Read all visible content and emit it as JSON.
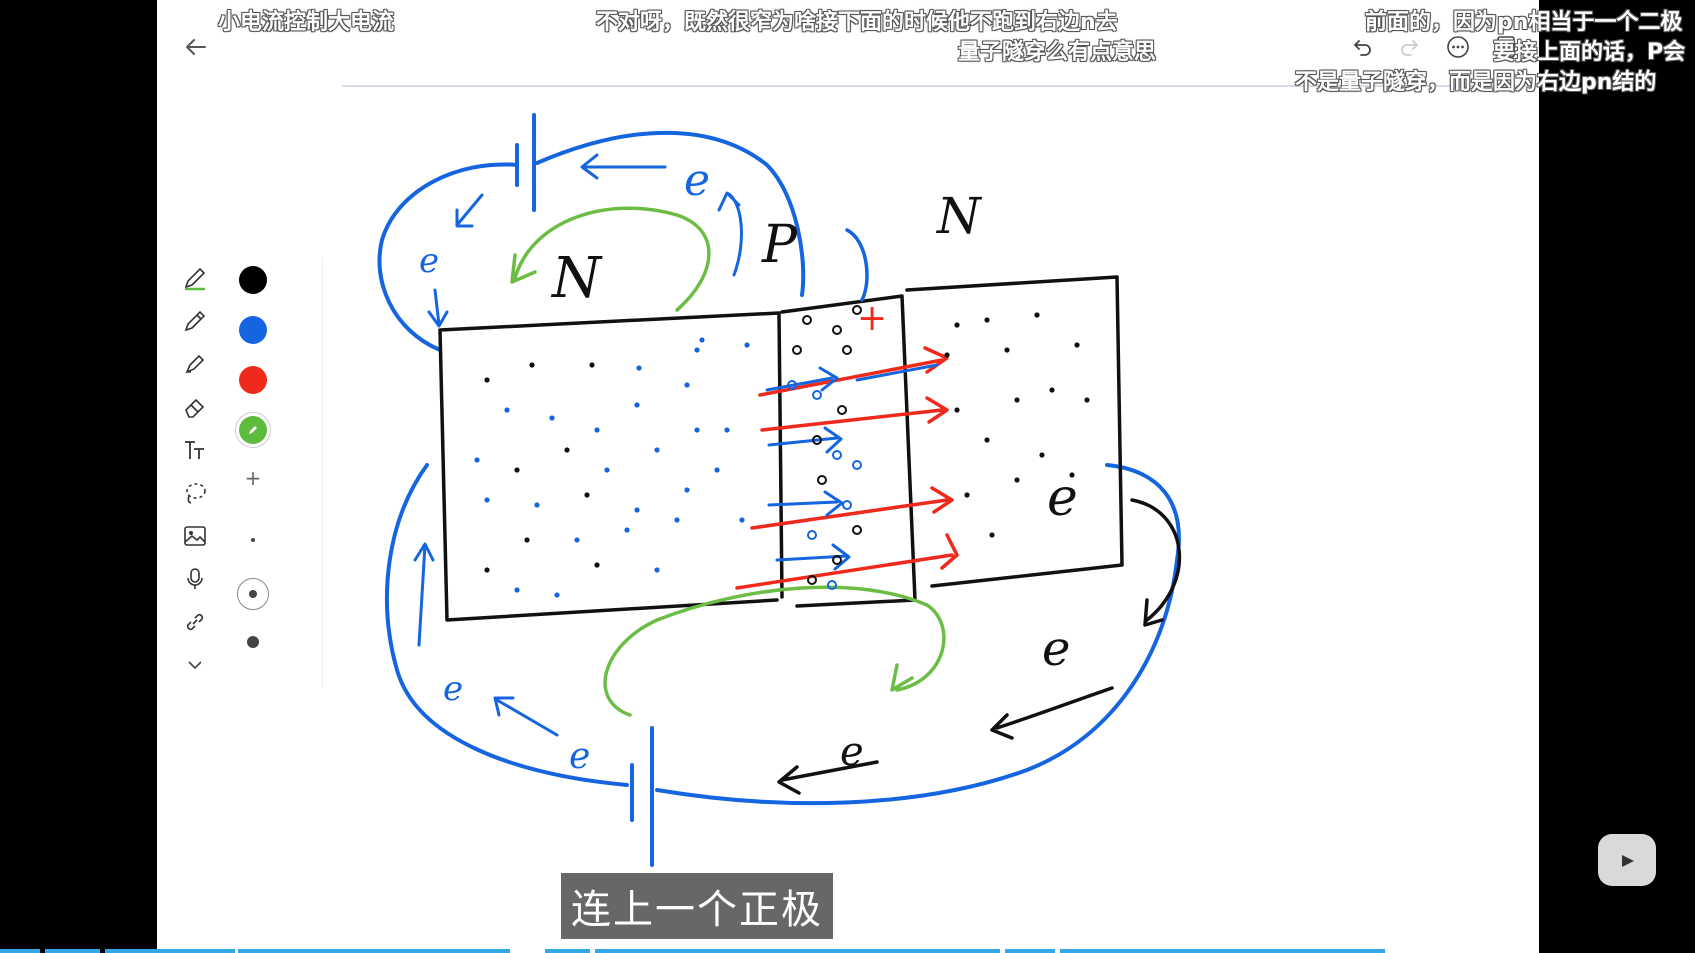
{
  "app": {
    "toolbar": {
      "tools": [
        "pen-icon",
        "pencil-icon",
        "highlighter-icon",
        "eraser-icon",
        "text-icon",
        "lasso-icon",
        "image-icon",
        "microphone-icon",
        "link-icon",
        "chevron-down-icon"
      ],
      "colors": [
        "#000000",
        "#1565e0",
        "#ef2a1c",
        "#5dbb3e"
      ],
      "selected_color": "#5dbb3e",
      "add_label": "+"
    },
    "top_icons": [
      "undo-icon",
      "redo-icon",
      "more-icon",
      "tablet-icon"
    ],
    "danmaku": [
      "小电流控制大电流",
      "不对呀，既然很窄为啥接下面的时候他不跑到右边n去",
      "量子隧穿么有点意思",
      "前面的，因为pn相当于一个二极",
      "要接上面的话，P会",
      "不是量子隧穿，而是因为右边pn结的"
    ],
    "caption": "连上一个正极"
  },
  "drawing": {
    "labels": {
      "n_left": "N",
      "p_mid": "P",
      "n_right": "N",
      "plus": "+",
      "electron": "e"
    },
    "colors": {
      "ink": "#111111",
      "blue": "#1565e0",
      "red": "#ef2a1c",
      "green": "#6cbd45"
    }
  }
}
